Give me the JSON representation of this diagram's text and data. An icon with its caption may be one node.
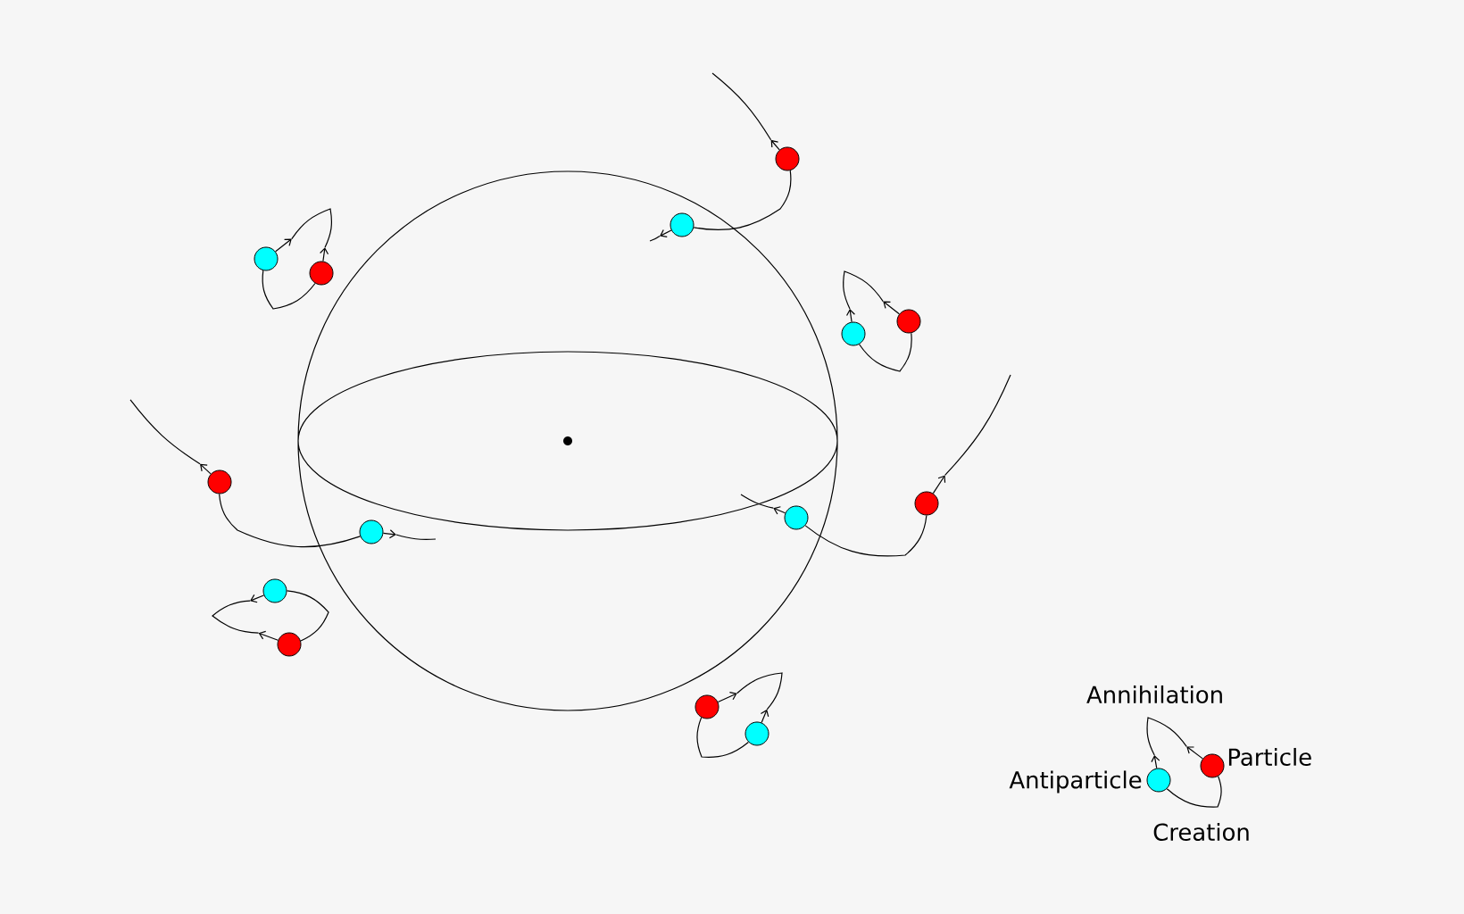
{
  "diagram": {
    "nodes": [
      {
        "text": [],
        "shape": "circle"
      },
      {
        "text": [],
        "shape": "circle"
      },
      {
        "text": [],
        "shape": "circle"
      },
      {
        "text": [],
        "shape": "circle"
      },
      {
        "text": [],
        "shape": "circle"
      },
      {
        "text": [],
        "shape": "circle"
      },
      {
        "text": [],
        "shape": "circle"
      },
      {
        "text": [],
        "shape": "circle"
      },
      {
        "text": [],
        "shape": "circle"
      },
      {
        "text": [],
        "shape": "circle"
      },
      {
        "text": [],
        "shape": "circle"
      },
      {
        "text": [],
        "shape": "circle"
      },
      {
        "text": [],
        "shape": "circle"
      },
      {
        "text": [],
        "shape": "circle"
      },
      {
        "text": [],
        "shape": "circle",
        "beside": [
          "Antiparticle"
        ]
      },
      {
        "text": [],
        "shape": "circle",
        "beside": [
          "Particle"
        ]
      }
    ],
    "edges": [
      {
        "from": 0,
        "to": 1,
        "arrow": "none"
      },
      {
        "from": 0,
        "to": null,
        "arrow": "to"
      },
      {
        "from": 1,
        "to": null,
        "arrow": "to"
      },
      {
        "from": 2,
        "to": 3,
        "arrow": "none"
      },
      {
        "from": 2,
        "to": null,
        "arrow": "to"
      },
      {
        "from": 3,
        "to": null,
        "arrow": "to"
      },
      {
        "from": 4,
        "to": 5,
        "arrow": "none"
      },
      {
        "from": 4,
        "to": null,
        "arrow": "to"
      },
      {
        "from": 5,
        "to": null,
        "arrow": "to"
      },
      {
        "from": 6,
        "to": 7,
        "arrow": "none"
      },
      {
        "from": 6,
        "to": null,
        "arrow": "to"
      },
      {
        "from": 7,
        "to": null,
        "arrow": "to"
      },
      {
        "from": 8,
        "to": 9,
        "arrow": "none"
      },
      {
        "from": 9,
        "to": null,
        "arrow": "to"
      },
      {
        "from": 8,
        "to": null,
        "arrow": "to"
      },
      {
        "from": 11,
        "to": 10,
        "arrow": "none"
      },
      {
        "from": 11,
        "to": null,
        "arrow": "to"
      },
      {
        "from": 10,
        "to": null,
        "arrow": "to"
      },
      {
        "from": 12,
        "to": 13,
        "arrow": "none"
      },
      {
        "from": 12,
        "to": null,
        "arrow": "to"
      },
      {
        "from": 13,
        "to": null,
        "arrow": "to"
      },
      {
        "from": 14,
        "to": 15,
        "arrow": "none",
        "label": "Creation"
      },
      {
        "from": 14,
        "to": null,
        "arrow": "to"
      },
      {
        "from": 15,
        "to": null,
        "arrow": "to"
      }
    ],
    "labels": [
      "Annihilation"
    ]
  }
}
